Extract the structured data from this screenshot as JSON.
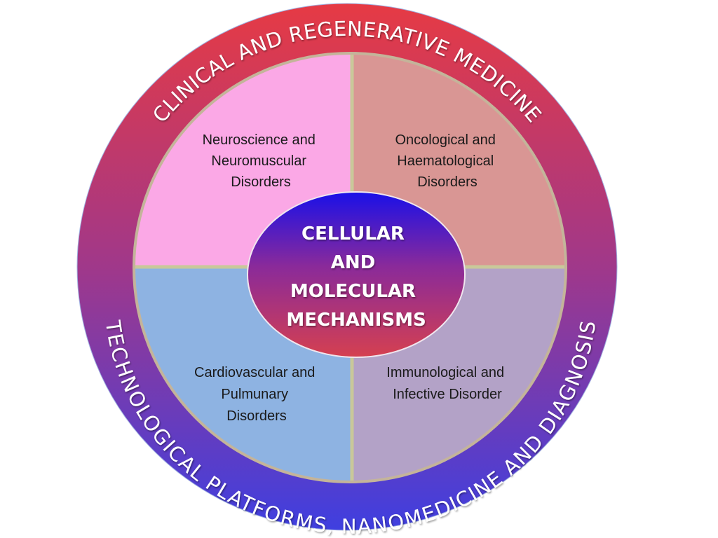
{
  "outer_ring": {
    "top_label": "CLINICAL AND REGENERATIVE MEDICINE",
    "bottom_label": "TECHNOLOGICAL PLATFORMS, NANOMEDICINE AND DIAGNOSIS",
    "colors": {
      "top": "#e63a44",
      "middle": "#a0388a",
      "bottom": "#3f3fe0"
    }
  },
  "quadrants": [
    {
      "id": "top-left",
      "lines": [
        "Neuroscience and",
        "Neuromuscular",
        "Disorders"
      ],
      "color": "#fba8e6"
    },
    {
      "id": "top-right",
      "lines": [
        "Oncological and",
        "Haematological",
        "Disorders"
      ],
      "color": "#d99694"
    },
    {
      "id": "bottom-left",
      "lines": [
        "Cardiovascular and",
        "Pulmunary",
        "Disorders"
      ],
      "color": "#8eb3e2"
    },
    {
      "id": "bottom-right",
      "lines": [
        "Immunological and",
        "Infective Disorder"
      ],
      "color": "#b3a2c7"
    }
  ],
  "center": {
    "lines": [
      "CELLULAR",
      "AND",
      "MOLECULAR",
      "MECHANISMS"
    ],
    "colors": {
      "top": "#1a10e8",
      "middle": "#8a2a9a",
      "bottom": "#d54050"
    }
  },
  "divider_color": "#c9c89a"
}
